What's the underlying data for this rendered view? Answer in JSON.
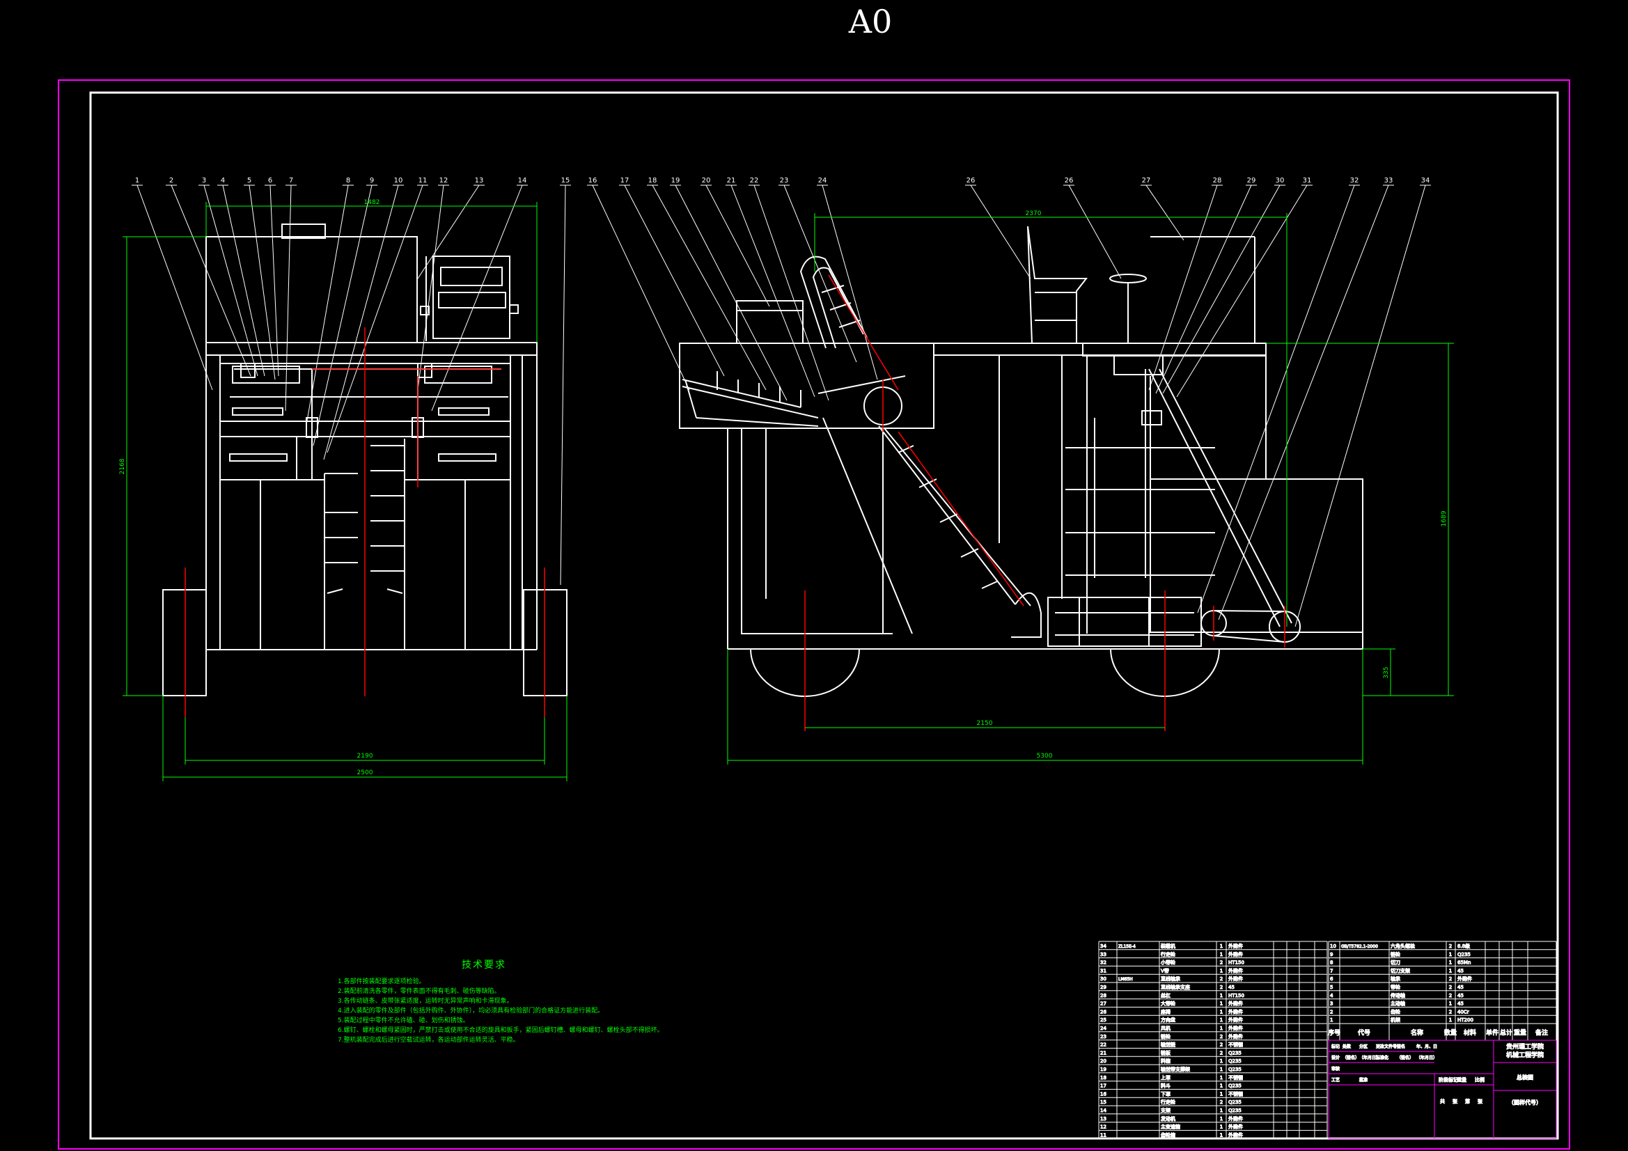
{
  "sheet": {
    "size_label": "A0",
    "colors": {
      "frame": "#ff00ff",
      "drawing": "#ffffff",
      "dimension": "#00ff00",
      "centerline": "#ff0000",
      "table_text": "#00ff00"
    }
  },
  "callouts": [
    "1",
    "2",
    "3",
    "4",
    "5",
    "6",
    "7",
    "8",
    "9",
    "10",
    "11",
    "12",
    "13",
    "14",
    "15",
    "16",
    "17",
    "18",
    "19",
    "20",
    "21",
    "22",
    "23",
    "24",
    "26",
    "26",
    "27",
    "28",
    "29",
    "30",
    "31",
    "32",
    "33",
    "34"
  ],
  "dimensions": {
    "front_top": "1482",
    "front_height": "2168",
    "front_track_inner": "2190",
    "front_track_outer": "2500",
    "side_top": "2370",
    "side_height": "1689",
    "side_ground": "335",
    "side_wheelbase": "2150",
    "side_length": "5300"
  },
  "notes": {
    "title": "技术要求",
    "lines": [
      "1.各部件按装配要求逐项检验。",
      "2.装配前清洗各零件，零件表面不得有毛刺、碰伤等缺陷。",
      "3.各传动链条、皮带张紧适度，运转时无异常声响和卡滞现象。",
      "4.进入装配的零件及部件（包括外购件、外协件），均必须具有检验部门的合格证方能进行装配。",
      "5.装配过程中零件不允许磕、碰、划伤和锈蚀。",
      "6.螺钉、螺栓和螺母紧固时，严禁打击或使用不合适的旋具和扳手，紧固后螺钉槽、螺母和螺钉、螺栓头部不得损坏。",
      "7.整机装配完成后进行空载试运转，各运动部件运转灵活、平稳。"
    ]
  },
  "bom": {
    "left": [
      [
        "34",
        "ZL15E-4",
        "装载机",
        "1",
        "外购件"
      ],
      [
        "33",
        "",
        "行走轮",
        "1",
        "外购件"
      ],
      [
        "32",
        "",
        "小带轮",
        "2",
        "HT150"
      ],
      [
        "31",
        "",
        "V带",
        "1",
        "外购件"
      ],
      [
        "30",
        "LM65H",
        "直线轴承",
        "2",
        "外购件"
      ],
      [
        "29",
        "",
        "直线轴承支座",
        "2",
        "45"
      ],
      [
        "28",
        "",
        "丝杠",
        "1",
        "HT150"
      ],
      [
        "27",
        "",
        "大带轮",
        "1",
        "外购件"
      ],
      [
        "26",
        "",
        "座椅",
        "1",
        "外购件"
      ],
      [
        "25",
        "",
        "方向盘",
        "1",
        "外购件"
      ],
      [
        "24",
        "",
        "风机",
        "1",
        "外购件"
      ],
      [
        "23",
        "",
        "链轮",
        "2",
        "外购件"
      ],
      [
        "22",
        "",
        "输送链",
        "2",
        "不锈钢"
      ],
      [
        "21",
        "",
        "链板",
        "2",
        "Q235"
      ],
      [
        "20",
        "",
        "料箱",
        "1",
        "Q235"
      ],
      [
        "19",
        "",
        "输送带支撑架",
        "1",
        "Q235"
      ],
      [
        "18",
        "",
        "上罩",
        "1",
        "不锈钢"
      ],
      [
        "17",
        "",
        "料斗",
        "1",
        "Q235"
      ],
      [
        "16",
        "",
        "下罩",
        "1",
        "不锈钢"
      ],
      [
        "15",
        "",
        "行走轮",
        "2",
        "Q235"
      ],
      [
        "14",
        "",
        "支架",
        "1",
        "Q235"
      ],
      [
        "13",
        "",
        "发动机",
        "1",
        "外购件"
      ],
      [
        "12",
        "",
        "主变速箱",
        "1",
        "外购件"
      ],
      [
        "11",
        "",
        "齿轮箱",
        "1",
        "外购件"
      ]
    ],
    "right": [
      [
        "10",
        "GB/T5782.1-2000",
        "六角头螺栓",
        "2",
        "8.8级"
      ],
      [
        "9",
        "",
        "链轮",
        "1",
        "Q235"
      ],
      [
        "8",
        "",
        "切刀",
        "1",
        "65Mn"
      ],
      [
        "7",
        "",
        "切刀支架",
        "1",
        "45"
      ],
      [
        "6",
        "",
        "轴承",
        "2",
        "外购件"
      ],
      [
        "5",
        "",
        "带轮",
        "2",
        "45"
      ],
      [
        "4",
        "",
        "传动轴",
        "2",
        "45"
      ],
      [
        "3",
        "",
        "主动轴",
        "1",
        "45"
      ],
      [
        "2",
        "",
        "齿轮",
        "2",
        "40Cr"
      ],
      [
        "1",
        "",
        "机架",
        "1",
        "HT200"
      ]
    ],
    "header": [
      "序号",
      "代号",
      "名称",
      "数量",
      "材料",
      "单件",
      "总计",
      "重量",
      "备注"
    ],
    "school": [
      "贵州理工学院",
      "机械工程学院"
    ],
    "drawing_name": "总装图",
    "drawing_code": "（图样代号）",
    "sign_row1": [
      "标记",
      "处数",
      "分区",
      "更改文件号",
      "签名",
      "年、月、日"
    ],
    "sign_row2": [
      "设计",
      "（签名）",
      "（年月日）",
      "标准化",
      "（签名）",
      "（年月日）"
    ],
    "sign_row3": [
      "审核",
      "",
      "",
      "",
      "",
      ""
    ],
    "sign_row4": [
      "工艺",
      "",
      "批准",
      "",
      "",
      ""
    ],
    "stage_header": [
      "阶段标记",
      "重量",
      "比例"
    ],
    "sheet_count": [
      "共",
      "张",
      "第",
      "张"
    ]
  }
}
